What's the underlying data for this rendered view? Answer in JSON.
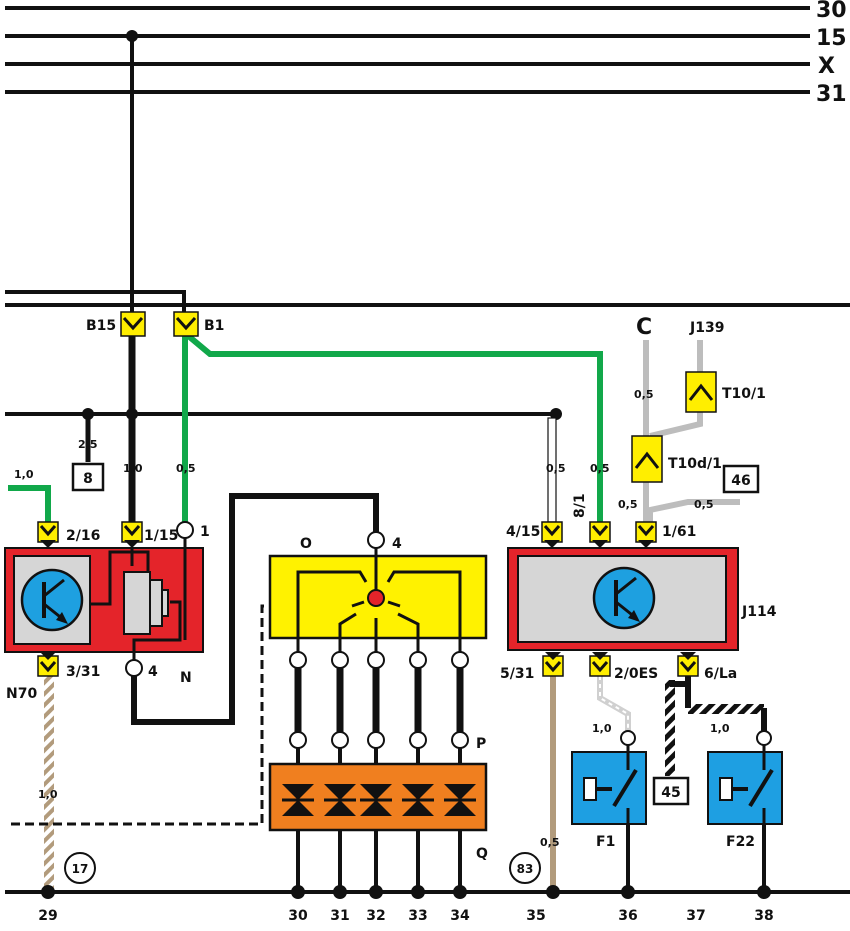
{
  "bus_lines": [
    "30",
    "15",
    "X",
    "31"
  ],
  "connectors_top": {
    "b15": "B15",
    "b1": "B1"
  },
  "wire_sizes": {
    "w_left_25": "2,5",
    "w_left_10": "1,0",
    "w_green_05": "0,5",
    "w_far_left_10": "1,0",
    "w_n70_bottom_10": "1,0",
    "w_j114_405": "0,5",
    "w_j114_81": "0,5",
    "w_c_05": "0,5",
    "w_t10d_05": "0,5",
    "w_46_05": "0,5",
    "w_f1_10": "1,0",
    "w_f22_10": "1,0",
    "w_531_05": "0,5"
  },
  "boxes": {
    "b8": "8",
    "b46": "46",
    "b45": "45"
  },
  "circles": {
    "c17": "17",
    "c83": "83"
  },
  "n70": {
    "pin_216": "2/16",
    "pin_115": "1/15",
    "pin_1": "1",
    "pin_331": "3/31",
    "pin_4": "4",
    "label_n70": "N70",
    "label_n": "N"
  },
  "distributor": {
    "label_o": "O",
    "pin_4": "4",
    "label_p": "P",
    "label_q": "Q"
  },
  "j114": {
    "pin_415": "4/15",
    "pin_81": "8/1",
    "pin_161": "1/61",
    "pin_531": "5/31",
    "pin_20es": "2/0ES",
    "pin_6la": "6/La",
    "label": "J114"
  },
  "external": {
    "c": "C",
    "j139": "J139",
    "t101": "T10/1",
    "t10d1": "T10d/1"
  },
  "switches": {
    "f1": "F1",
    "f22": "F22"
  },
  "ground_numbers": [
    "29",
    "30",
    "31",
    "32",
    "33",
    "34",
    "35",
    "36",
    "37",
    "38"
  ],
  "colors": {
    "wire_black": "#111111",
    "wire_green": "#11a84a",
    "wire_grey": "#bdbdbd",
    "wire_brown": "#b29b7c",
    "connector": "#ffee00",
    "module_red": "#e4242a",
    "module_grey": "#d6d6d6",
    "sensor_blue": "#1ea0e0",
    "switch_blue": "#1e9fe2",
    "distributor_yellow": "#fff200",
    "diode_orange": "#f07f1f"
  }
}
